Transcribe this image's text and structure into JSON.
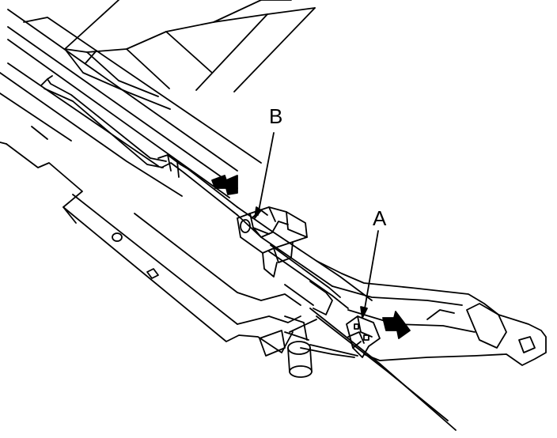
{
  "diagram": {
    "callouts": [
      {
        "id": "B",
        "label": "B"
      },
      {
        "id": "A",
        "label": "A"
      }
    ],
    "colors": {
      "line": "#000000",
      "background": "#ffffff"
    }
  }
}
